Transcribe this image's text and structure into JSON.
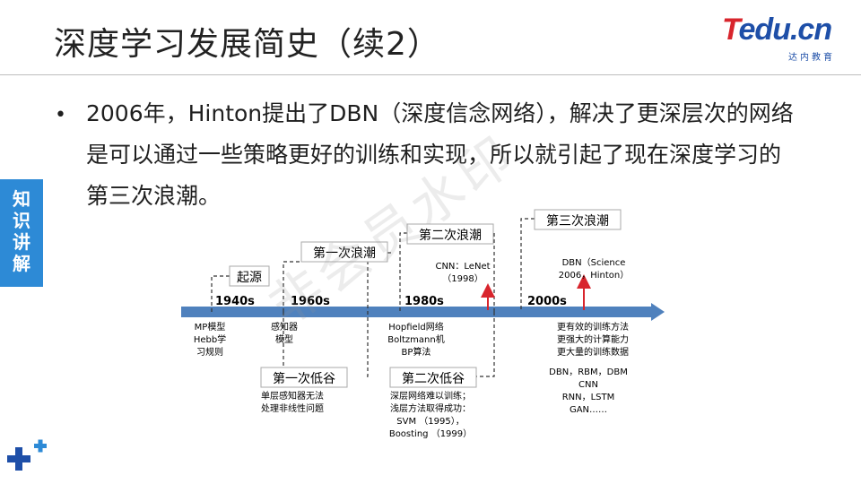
{
  "slide": {
    "title": "深度学习发展简史（续2）",
    "logo_main": "Tedu.cn",
    "logo_sub": "达内教育",
    "bullet": "•",
    "body_text": "2006年，Hinton提出了DBN（深度信念网络），解决了更深层次的网络是可以通过一些策略更好的训练和实现，所以就引起了现在深度学习的第三次浪潮。",
    "side_tab": [
      "知",
      "识",
      "讲",
      "解"
    ],
    "watermark": "非会员水印"
  },
  "timeline": {
    "eras": [
      "1940s",
      "1960s",
      "1980s",
      "2000s"
    ],
    "origin_label": "起源",
    "wave1_label": "第一次浪潮",
    "wave2_label": "第二次浪潮",
    "wave3_label": "第三次浪潮",
    "trough1_label": "第一次低谷",
    "trough2_label": "第二次低谷",
    "wave2_note": [
      "CNN：LeNet",
      "（1998）"
    ],
    "wave3_note": [
      "DBN（Science",
      "2006，Hinton）"
    ],
    "era1_items": [
      "MP模型",
      "Hebb学",
      "习规则"
    ],
    "era2_items": [
      "感知器",
      "模型"
    ],
    "era3_items": [
      "Hopfield网络",
      "Boltzmann机",
      "BP算法"
    ],
    "era4_items": [
      "更有效的训练方法",
      "更强大的计算能力",
      "更大量的训练数据"
    ],
    "era4_models": [
      "DBN，RBM，DBM",
      "CNN",
      "RNN，LSTM",
      "GAN……"
    ],
    "trough1_items": [
      "单层感知器无法",
      "处理非线性问题"
    ],
    "trough2_items": [
      "深层网络难以训练；",
      "浅层方法取得成功：",
      "SVM （1995），",
      "Boosting （1999）"
    ]
  },
  "colors": {
    "axis": "#4f81bd",
    "accent_red": "#d8252d",
    "brand_blue": "#1e4fa8",
    "tab_blue": "#2d8ad6"
  }
}
